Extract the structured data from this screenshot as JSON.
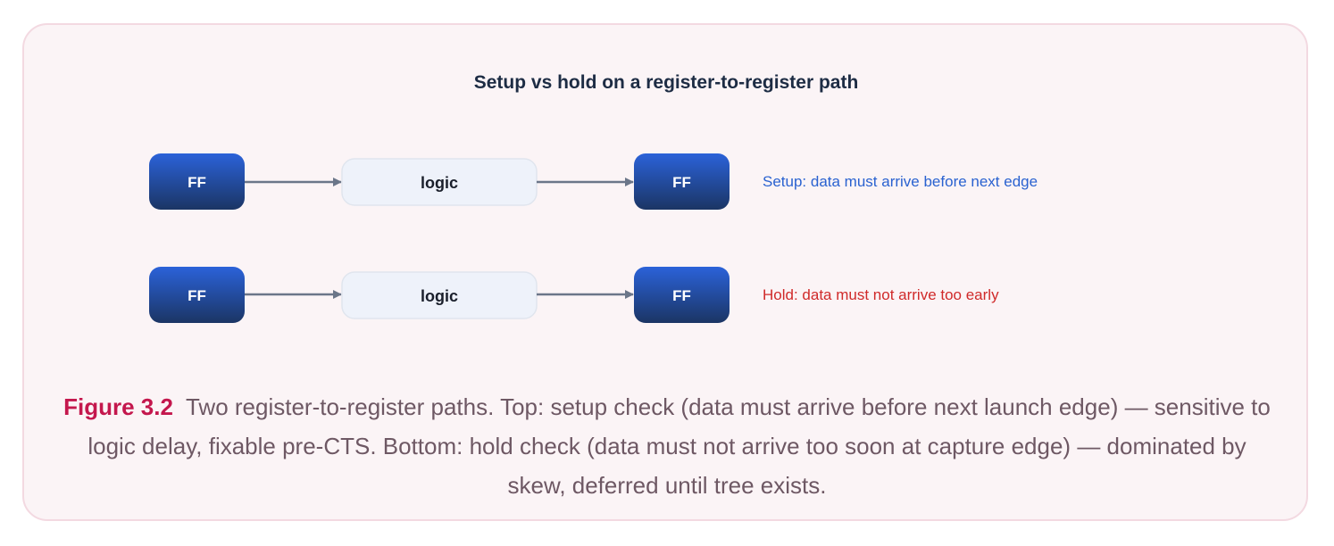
{
  "title": "Setup vs hold on a register-to-register path",
  "colors": {
    "ff_top": "#2b62d9",
    "ff_bottom": "#1b3564",
    "logic_fill": "#eef2fa",
    "arrow": "#6b7689",
    "setup_note": "#2a62d0",
    "hold_note": "#d02a2a",
    "figure_label": "#c4174d",
    "caption_text": "#6e5864"
  },
  "rows": [
    {
      "launch_label": "FF",
      "logic_label": "logic",
      "capture_label": "FF",
      "note": "Setup: data must arrive before next edge"
    },
    {
      "launch_label": "FF",
      "logic_label": "logic",
      "capture_label": "FF",
      "note": "Hold: data must not arrive too early"
    }
  ],
  "caption": {
    "label": "Figure 3.2",
    "text": "Two register-to-register paths. Top: setup check (data must arrive before next launch edge) — sensitive to logic delay, fixable pre-CTS. Bottom: hold check (data must not arrive too soon at capture edge) — dominated by skew, deferred until tree exists."
  }
}
